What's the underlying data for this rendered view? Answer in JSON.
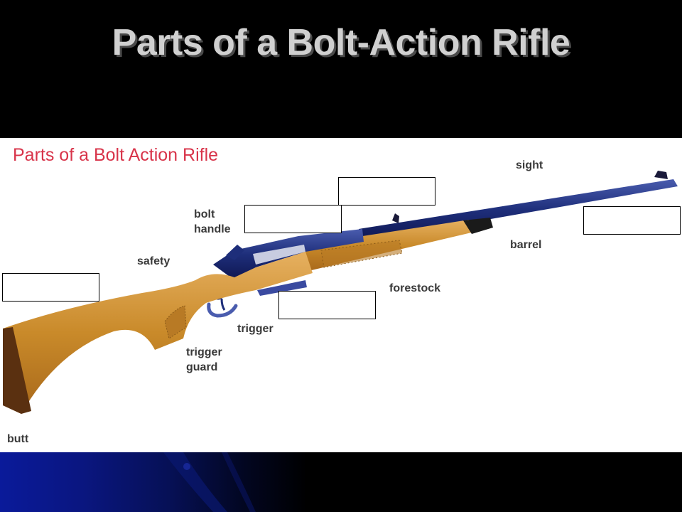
{
  "slide": {
    "title": "Parts of a Bolt-Action Rifle"
  },
  "diagram": {
    "heading": "Parts of a Bolt Action Rifle",
    "labels": {
      "sight": "sight",
      "bolt_handle": "bolt\nhandle",
      "safety": "safety",
      "barrel": "barrel",
      "forestock": "forestock",
      "trigger": "trigger",
      "trigger_guard": "trigger\nguard",
      "butt": "butt"
    }
  },
  "colors": {
    "heading": "#d8344a",
    "stock": "#c98a2a",
    "barrel": "#1e2e7a",
    "title": "#d0d0d0"
  }
}
